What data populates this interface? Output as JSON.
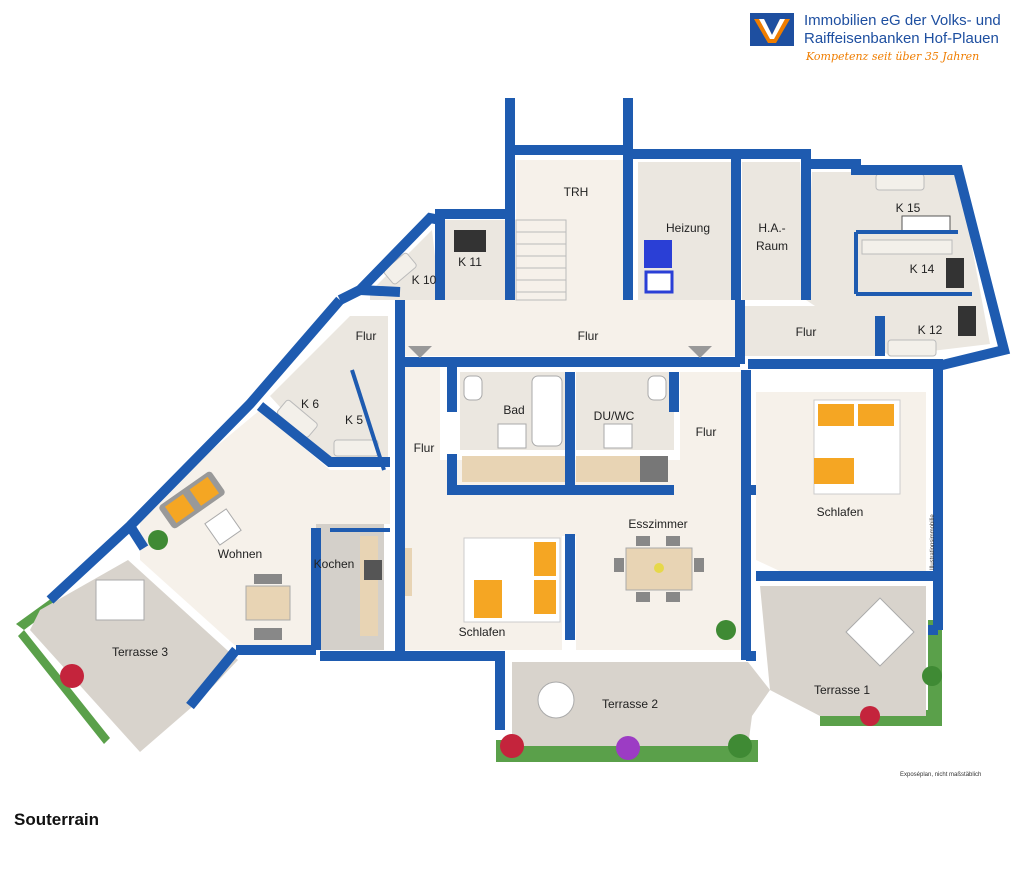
{
  "company": {
    "name_line1": "Immobilien eG der Volks- und",
    "name_line2": "Raiffeisenbanken Hof-Plauen",
    "tagline": "Kompetenz seit über 35 Jahren"
  },
  "colors": {
    "wall": "#1e5bb0",
    "floor_room": "#f6f1ea",
    "floor_cellar": "#ebe7e0",
    "terrace": "#d6d2cc",
    "grass": "#5aa04a",
    "accent_orange": "#f5a623",
    "brand_blue": "#1e4fa0",
    "brand_orange": "#ef7d00"
  },
  "rooms": {
    "trh": "TRH",
    "heizung": "Heizung",
    "ha_raum_1": "H.A.-",
    "ha_raum_2": "Raum",
    "k15": "K 15",
    "k14": "K 14",
    "k12": "K 12",
    "k11": "K 11",
    "k10": "K 10",
    "flur_top_left": "Flur",
    "flur_top": "Flur",
    "flur_top_right": "Flur",
    "k6": "K 6",
    "k5": "K 5",
    "bad": "Bad",
    "du_wc": "DU/WC",
    "flur_mid_left": "Flur",
    "flur_mid_right": "Flur",
    "esszimmer": "Esszimmer",
    "schlafen_right": "Schlafen",
    "wohnen": "Wohnen",
    "kochen": "Kochen",
    "schlafen_mid": "Schlafen",
    "terrasse_3": "Terrasse 3",
    "terrasse_2": "Terrasse 2",
    "terrasse_1": "Terrasse 1"
  },
  "notes": {
    "scale": "Exposéplan, nicht maßstäblich",
    "vertical": "Illustrationsimmobilie"
  },
  "floor_title": "Souterrain"
}
